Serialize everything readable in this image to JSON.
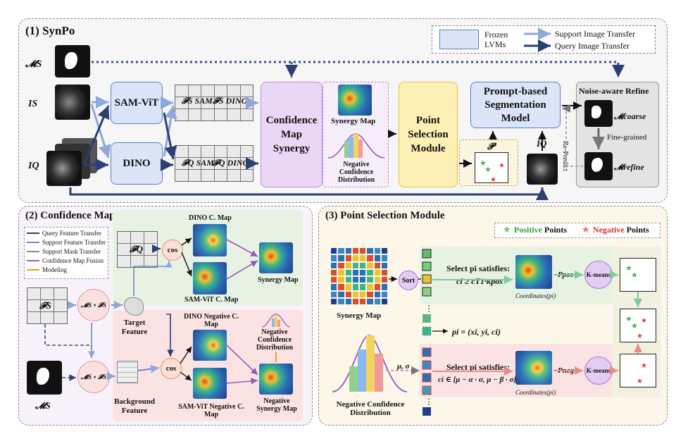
{
  "p1": {
    "title": "(1) SynPo",
    "legend": {
      "frozen": "Frozen LVMs",
      "support": "Support Image Transfer",
      "query": "Query Image Transfer"
    },
    "ms": "𝓜S",
    "is": "IS",
    "iq": "IQ",
    "sam": "SAM-ViT",
    "dino": "DINO",
    "fs_sam": "𝓕S SAM",
    "fs_dino": "𝓕S DINO",
    "fq_sam": "𝓕Q SAM",
    "fq_dino": "𝓕Q DINO",
    "cms": "Confidence Map Synergy",
    "synergy_map": "Synergy Map",
    "neg_dist": "Negative Confidence Distribution",
    "psm": "Point Selection Module",
    "pbsm": "Prompt-based Segmentation Model",
    "p": "𝓟",
    "iq2": "IQ",
    "nar": "Noise-aware Refine",
    "mcoarse": "𝓜coarse",
    "fine": "Fine-grained",
    "mrefine": "𝓜refine",
    "repredict": "Re-Predict"
  },
  "p2": {
    "title": "(2) Confidence Map Synergy",
    "legend": [
      "Query Feature Transfer",
      "Support Feature Transfer",
      "Support Mask Transfer",
      "Confidence Map Fusion",
      "Modeling"
    ],
    "legend_colors": [
      "#2b3f73",
      "#6f86c8",
      "#8a8a8a",
      "#9b59b6",
      "#f39c12"
    ],
    "fq": "𝓕Q",
    "fs": "𝓕S",
    "cos": "cos",
    "ms_fs": "𝓜S ∘ 𝓕S",
    "msbar_fs": "𝓜̄S ∘ 𝓕S",
    "dino_cmap": "DINO C. Map",
    "sam_cmap": "SAM-ViT C. Map",
    "synergy": "Synergy Map",
    "target": "Target Feature",
    "dino_neg": "DINO Negative C. Map",
    "sam_neg": "SAM-ViT Negative C. Map",
    "neg_dist": "Negative Confidence Distribution",
    "neg_syn": "Negative Synergy Map",
    "bg": "Background Feature",
    "ms": "𝓜S"
  },
  "p3": {
    "title": "(3) Point Selection Module",
    "pos_label": "Positive",
    "neg_label": "Negative",
    "points": "Points",
    "synergy": "Synergy Map",
    "sort": "Sort",
    "select_pos": "Select pi satisfies:",
    "cond_pos": "ci ≥ cT1·κpos",
    "pi": "pi = (xi, yi, ci)",
    "select_neg": "Select pi satisfies:",
    "cond_neg": "ci ∈ [μ − α · σ, μ − β · σ]",
    "coords": "Coordinates(pi)",
    "ppos": "Ppos",
    "pneg": "Pneg",
    "kmeans": "K-means",
    "mu_sigma": "μ, σ",
    "neg_dist": "Negative Confidence Distribution"
  },
  "colors": {
    "pos": "#4caf50",
    "neg": "#e53935",
    "query_arrow": "#2b3f73",
    "support_arrow": "#8fa7dd"
  }
}
